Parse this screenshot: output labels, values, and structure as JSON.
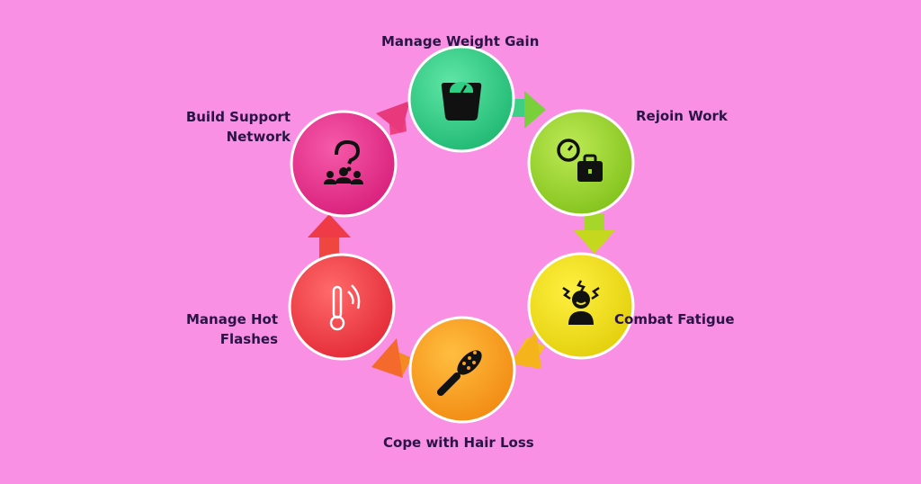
{
  "diagram": {
    "type": "cycle",
    "colors": {
      "background": "#f990e4",
      "label_text": "#2a1345",
      "icon": "#111111"
    },
    "steps": [
      {
        "id": "weight",
        "lines": [
          "Manage Weight Gain"
        ],
        "color": "#2fcf86",
        "icon": "scale-icon"
      },
      {
        "id": "rejoin",
        "lines": [
          "Rejoin Work"
        ],
        "color": "#9ad62e",
        "icon": "clock-briefcase-icon"
      },
      {
        "id": "fatigue",
        "lines": [
          "Combat Fatigue"
        ],
        "color": "#efe118",
        "icon": "stressed-person-icon"
      },
      {
        "id": "hair",
        "lines": [
          "Cope with Hair Loss"
        ],
        "color": "#f7a020",
        "icon": "hairbrush-icon"
      },
      {
        "id": "hot",
        "lines": [
          "Manage Hot",
          "Flashes"
        ],
        "color": "#f2414b",
        "icon": "thermometer-heat-icon"
      },
      {
        "id": "support",
        "lines": [
          "Build Support",
          "Network"
        ],
        "color": "#ea2f8d",
        "icon": "support-group-icon"
      }
    ]
  }
}
